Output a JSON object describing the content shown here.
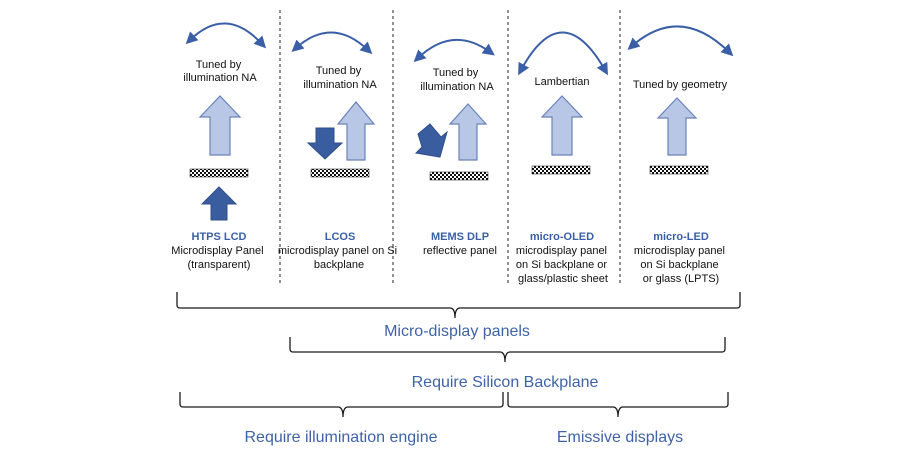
{
  "columns": [
    {
      "top_label": [
        "Tuned by",
        "illumination NA"
      ],
      "title": "HTPS LCD",
      "desc": [
        "Microdisplay  Panel",
        "(transparent)"
      ]
    },
    {
      "top_label": [
        "Tuned by",
        "illumination NA"
      ],
      "title": "LCOS",
      "desc": [
        "microdisplay panel on Si",
        "backplane"
      ]
    },
    {
      "top_label": [
        "Tuned by",
        "illumination NA"
      ],
      "title": "MEMS DLP",
      "desc": [
        "reflective panel"
      ]
    },
    {
      "top_label": [
        "Lambertian"
      ],
      "title": "micro-OLED",
      "desc": [
        "microdisplay panel",
        "on Si backplane or",
        "glass/plastic sheet"
      ]
    },
    {
      "top_label": [
        "Tuned by geometry"
      ],
      "title": "micro-LED",
      "desc": [
        "microdisplay panel",
        "on Si backplane",
        "or glass (LPTS)"
      ]
    }
  ],
  "groups": {
    "micro_display_panels": "Micro-display panels",
    "require_silicon_backplane": "Require Silicon Backplane",
    "require_illumination_engine": "Require illumination engine",
    "emissive_displays": "Emissive  displays"
  },
  "colors": {
    "accent_text": "#3a5fa6",
    "light_arrow": "#b8c7e6",
    "dark_arrow": "#3a5d9f"
  }
}
